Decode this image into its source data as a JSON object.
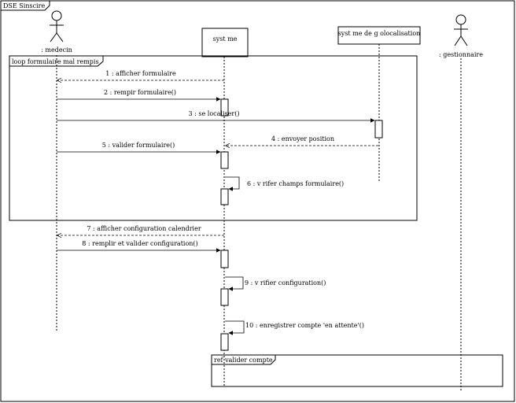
{
  "frame": {
    "title": "DSE Sinscire"
  },
  "actors": [
    {
      "id": "medecin",
      "label": ": medecin",
      "kind": "actor"
    },
    {
      "id": "systeme",
      "label": "syst  me",
      "kind": "object"
    },
    {
      "id": "geoloc",
      "label": "syst  me de g  olocalisation",
      "kind": "object"
    },
    {
      "id": "gestionnaire",
      "label": ": gestionnaire",
      "kind": "actor"
    }
  ],
  "fragments": {
    "loop": {
      "label": "loop formulaire mal rempis"
    },
    "ref": {
      "label": "ref valider compte"
    }
  },
  "messages": [
    {
      "label": "1 : afficher formulaire",
      "style": "return"
    },
    {
      "label": "2 : rempir formulaire()",
      "style": "call"
    },
    {
      "label": "3 : se localiser()",
      "style": "call"
    },
    {
      "label": "4 : envoyer position",
      "style": "return"
    },
    {
      "label": "5 : valider formulaire()",
      "style": "call"
    },
    {
      "label": "6 : v  rifer champs formulaire()",
      "style": "self"
    },
    {
      "label": "7 : afficher configuration calendrier",
      "style": "return"
    },
    {
      "label": "8 : remplir et valider configuration()",
      "style": "call"
    },
    {
      "label": "9 : v  rifier configuration()",
      "style": "self"
    },
    {
      "label": "10 : enregistrer compte 'en attente'()",
      "style": "self"
    }
  ]
}
